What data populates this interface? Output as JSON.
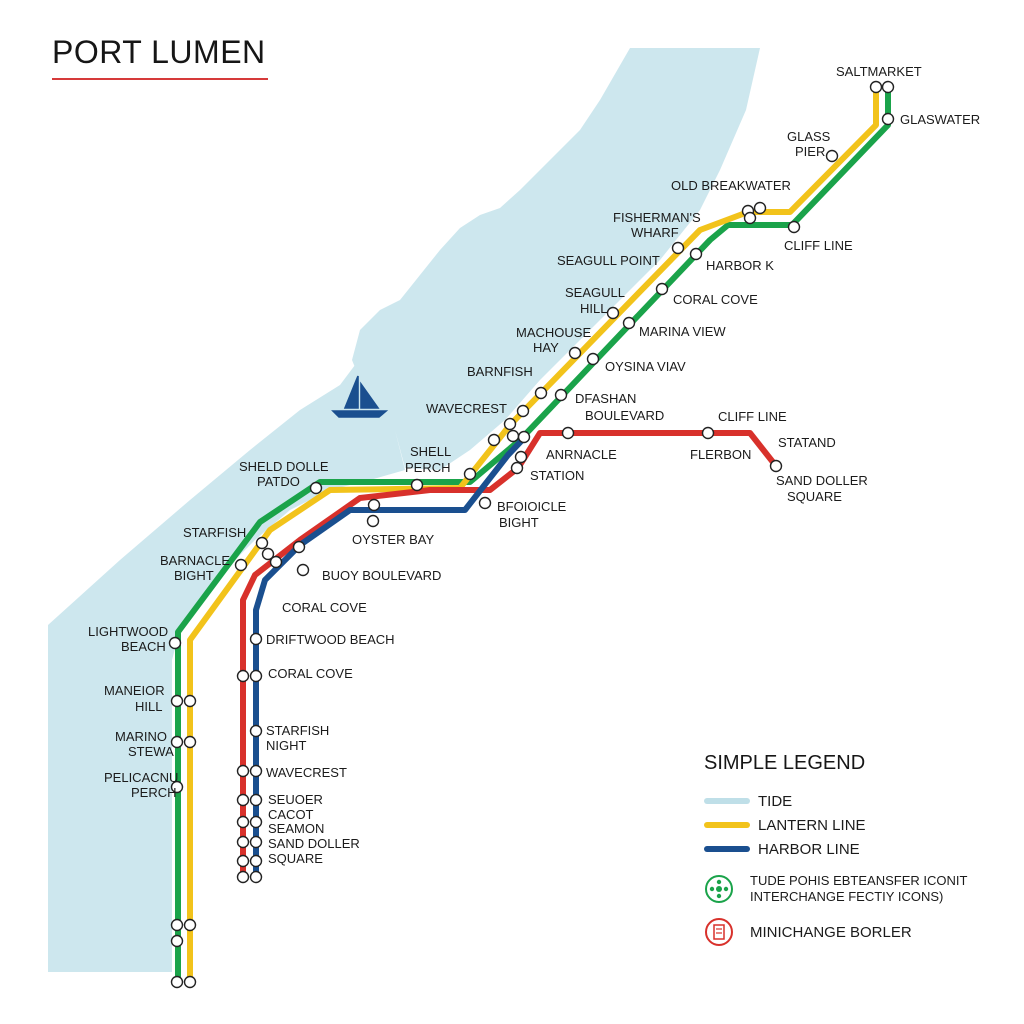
{
  "title": "PORT LUMEN",
  "colors": {
    "water": "#cde7ee",
    "green": "#1aa34a",
    "yellow": "#f2c31b",
    "red": "#d8312b",
    "blue": "#1a4f8f",
    "station_fill": "#ffffff",
    "station_stroke": "#222222"
  },
  "icons": {
    "boat": "sailboat-icon",
    "transfer": "transfer-interchange-icon",
    "interchange": "minichange-border-icon"
  },
  "labels": {
    "saltmarket": "SALTMARKET",
    "glaswater": "GLASWATER",
    "glass_pier_1": "GLASS",
    "glass_pier_2": "PIER",
    "old_breakwater": "OLD BREAKWATER",
    "fishermans_1": "FISHERMAN'S",
    "fishermans_2": "WHARF",
    "cliff_line_top": "CLIFF LINE",
    "seagull_point": "SEAGULL POINT",
    "harbork": "HARBOR K",
    "seagull_hill_1": "SEAGULL",
    "seagull_hill_2": "HILL",
    "coral_cove_top": "CORAL COVE",
    "marina_view": "MARINA VIEW",
    "machouse_1": "MACHOUSE",
    "machouse_2": "HAY",
    "oysina": "OYSINA VIAV",
    "barnfish": "BARNFISH",
    "dfashan_1": "DFASHAN",
    "dfashan_2": "BOULEVARD",
    "wavecrest_top": "WAVECREST",
    "cliff_line_red": "CLIFF LINE",
    "statand": "STATAND",
    "shell_perch_1": "SHELL",
    "shell_perch_2": "PERCH",
    "anrnacle": "ANRNACLE",
    "station": "STATION",
    "flerbon": "FLERBON",
    "sand_doller_1": "SAND DOLLER",
    "sand_doller_2": "SQUARE",
    "sheld_1": "SHELD DOLLE",
    "sheld_2": "PATDO",
    "broioicle_1": "BFOIOICLE",
    "broioicle_2": "BIGHT",
    "oyster_bay": "OYSTER BAY",
    "starfish": "STARFISH",
    "barnacle_1": "BARNACLE",
    "barnacle_2": "BIGHT",
    "buoy_boulevard": "BUOY BOULEVARD",
    "coral_cove_mid": "CORAL COVE",
    "lightwood_1": "LIGHTWOOD",
    "lightwood_2": "BEACH",
    "driftwood_beach": "DRIFTWOOD BEACH",
    "coral_cove_low": "CORAL COVE",
    "maneior_1": "MANEIOR",
    "maneior_2": "HILL",
    "marino_1": "MARINO",
    "marino_2": "STEWA",
    "starfish_night_1": "STARFISH",
    "starfish_night_2": "NIGHT",
    "pelicacnu_1": "PELICACNU",
    "pelicacnu_2": "PERCH",
    "wavecrest_low": "WAVECREST",
    "seuoer": "SEUOER",
    "cacot": "CACOT",
    "seamon": "SEAMON",
    "sand_doller_low_1": "SAND DOLLER",
    "sand_doller_low_2": "SQUARE"
  },
  "legend": {
    "heading": "SIMPLE LEGEND",
    "items": [
      {
        "label": "TIDE",
        "color": "#bfdfe8"
      },
      {
        "label": "LANTERN LINE",
        "color": "#f2c31b"
      },
      {
        "label": "HARBOR LINE",
        "color": "#1a4f8f"
      }
    ],
    "transfer_line1": "TUDE POHIS EBTEANSFER ICONIT",
    "transfer_line2": "INTERCHANGE FECTIY ICONS)",
    "interchange_label": "MINICHANGE BORLER"
  }
}
